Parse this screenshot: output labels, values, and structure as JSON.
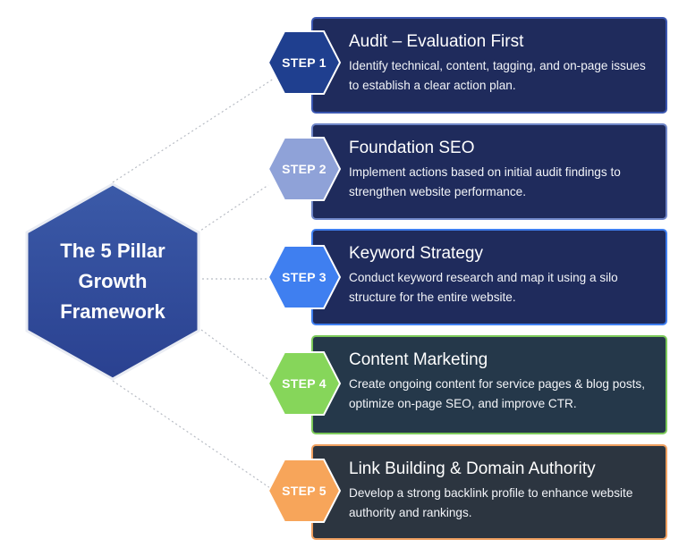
{
  "center": {
    "title": "The 5 Pillar Growth Framework",
    "color": "#2e4a9a"
  },
  "steps": [
    {
      "label": "STEP 1",
      "title": "Audit – Evaluation First",
      "description": "Identify technical, content, tagging, and on-page issues to establish a clear action plan.",
      "hex_color": "#1f3f8f",
      "card_color": "#1f2b5c",
      "border_color": "#3a56b0"
    },
    {
      "label": "STEP 2",
      "title": "Foundation SEO",
      "description": "Implement actions based on initial audit findings to strengthen website performance.",
      "hex_color": "#8fa2d8",
      "card_color": "#1f2b5c",
      "border_color": "#6f86c8"
    },
    {
      "label": "STEP 3",
      "title": "Keyword Strategy",
      "description": "Conduct keyword research and map it using a silo structure for the entire website.",
      "hex_color": "#3f7ff0",
      "card_color": "#1f2b5c",
      "border_color": "#3f7ff0"
    },
    {
      "label": "STEP 4",
      "title": "Content Marketing",
      "description": "Create ongoing content for service pages & blog posts, optimize on-page SEO, and improve CTR.",
      "hex_color": "#86d65a",
      "card_color": "#25384a",
      "border_color": "#7cc95a"
    },
    {
      "label": "STEP 5",
      "title": "Link Building & Domain Authority",
      "description": "Develop a strong backlink profile to enhance website authority and rankings.",
      "hex_color": "#f7a55a",
      "card_color": "#2c3540",
      "border_color": "#f0a060"
    }
  ]
}
